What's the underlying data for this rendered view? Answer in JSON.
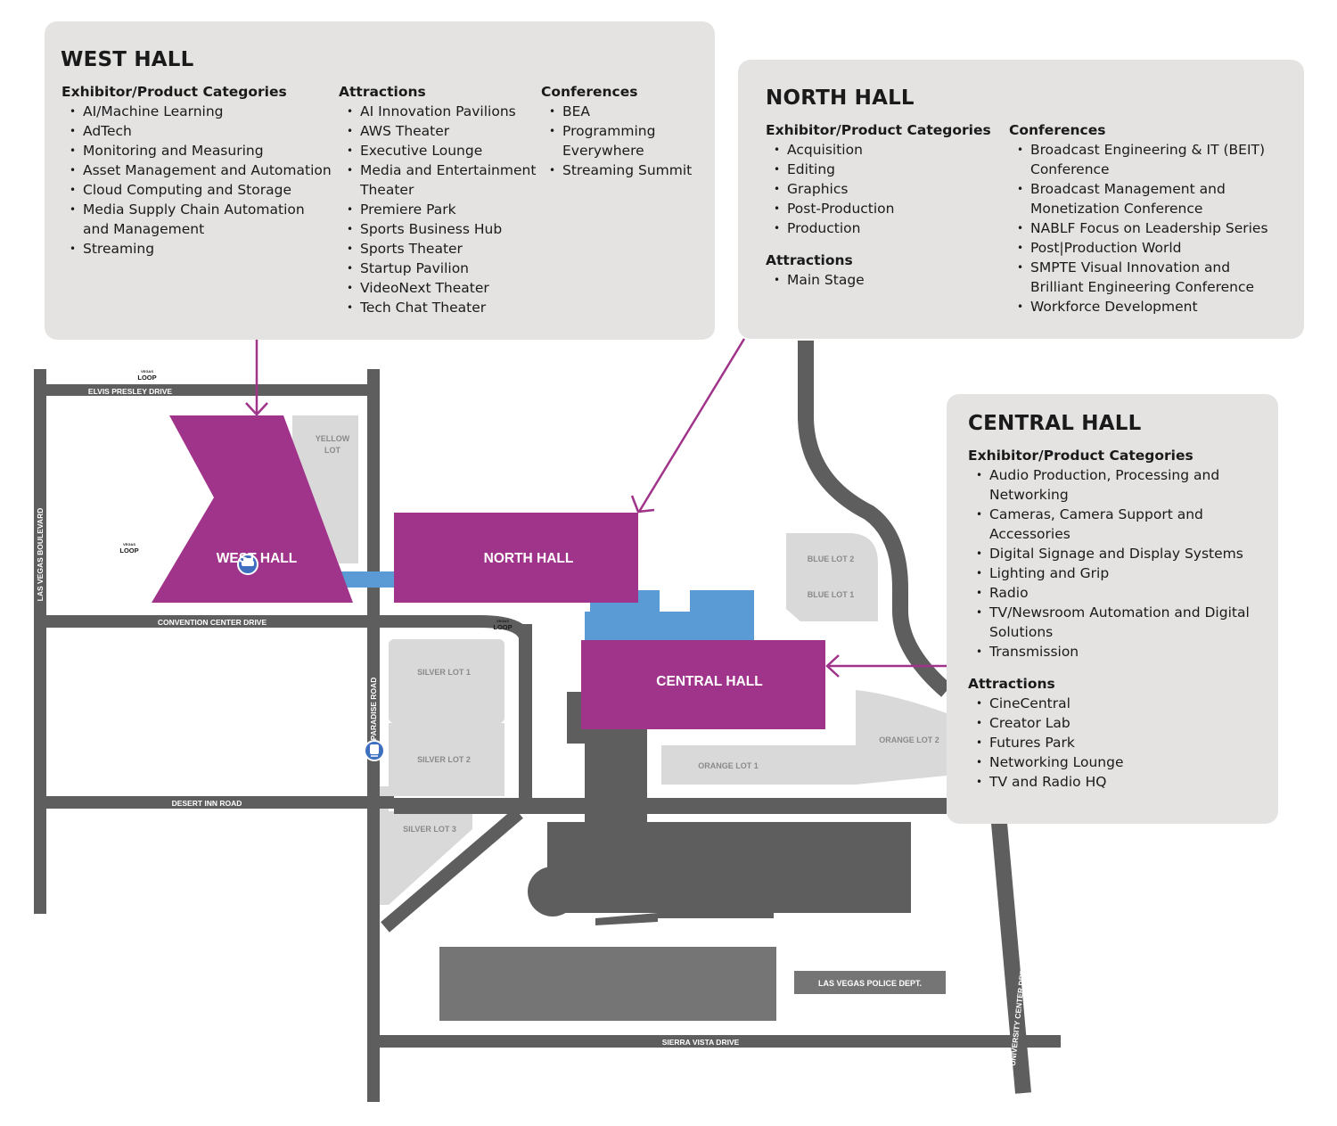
{
  "west_panel": {
    "title": "WEST HALL",
    "exhibitor_heading": "Exhibitor/Product Categories",
    "exhibitor_items": [
      "AI/Machine Learning",
      "AdTech",
      "Monitoring and Measuring",
      "Asset Management and Automation",
      "Cloud Computing and Storage",
      "Media Supply Chain Automation and Management",
      "Streaming"
    ],
    "attractions_heading": "Attractions",
    "attractions_items": [
      "AI Innovation Pavilions",
      "AWS Theater",
      "Executive Lounge",
      "Media and Entertainment Theater",
      "Premiere Park",
      "Sports Business Hub",
      "Sports Theater",
      "Startup Pavilion",
      "VideoNext Theater",
      "Tech Chat Theater"
    ],
    "conferences_heading": "Conferences",
    "conferences_items": [
      "BEA",
      "Programming Everywhere",
      "Streaming Summit"
    ]
  },
  "north_panel": {
    "title": "NORTH HALL",
    "exhibitor_heading": "Exhibitor/Product Categories",
    "exhibitor_items": [
      "Acquisition",
      "Editing",
      "Graphics",
      "Post-Production",
      "Production"
    ],
    "attractions_heading": "Attractions",
    "attractions_items": [
      "Main Stage"
    ],
    "conferences_heading": "Conferences",
    "conferences_items": [
      "Broadcast Engineering & IT (BEIT) Conference",
      "Broadcast Management and Monetization Conference",
      "NABLF Focus on Leadership Series",
      "Post|Production World",
      "SMPTE Visual Innovation and Brilliant Engineering Conference",
      "Workforce Development"
    ]
  },
  "central_panel": {
    "title": "CENTRAL HALL",
    "exhibitor_heading": "Exhibitor/Product Categories",
    "exhibitor_items": [
      "Audio Production, Processing and Networking",
      "Cameras, Camera Support and Accessories",
      "Digital Signage and Display Systems",
      "Lighting and Grip",
      "Radio",
      "TV/Newsroom Automation and Digital Solutions",
      "Transmission"
    ],
    "attractions_heading": "Attractions",
    "attractions_items": [
      "CineCentral",
      "Creator Lab",
      "Futures Park",
      "Networking Lounge",
      "TV and Radio HQ"
    ]
  },
  "map": {
    "halls": {
      "west": "WEST HALL",
      "north": "NORTH HALL",
      "central": "CENTRAL HALL"
    },
    "roads": {
      "elvis": "ELVIS PRESLEY DRIVE",
      "lvb": "LAS VEGAS BOULEVARD",
      "convention": "CONVENTION CENTER DRIVE",
      "paradise": "PARADISE ROAD",
      "desert_inn": "DESERT INN ROAD",
      "sierra": "SIERRA VISTA DRIVE",
      "university": "UNIVERSITY CENTER DRIVE"
    },
    "lots": {
      "yellow_1": "YELLOW",
      "yellow_2": "LOT",
      "silver1": "SILVER LOT 1",
      "silver2": "SILVER LOT 2",
      "silver3": "SILVER LOT 3",
      "blue2": "BLUE LOT 2",
      "blue1": "BLUE LOT 1",
      "orange1": "ORANGE LOT 1",
      "orange2": "ORANGE LOT 2"
    },
    "police": "LAS VEGAS POLICE DEPT.",
    "loop_small": "VEGAS",
    "loop_big": "LOOP"
  },
  "colors": {
    "hall": "#a0338a",
    "road": "#5e5e5e",
    "lot": "#d9d9d9",
    "connector": "#5b9bd5",
    "panel": "#e4e3e2",
    "building": "#757575"
  }
}
